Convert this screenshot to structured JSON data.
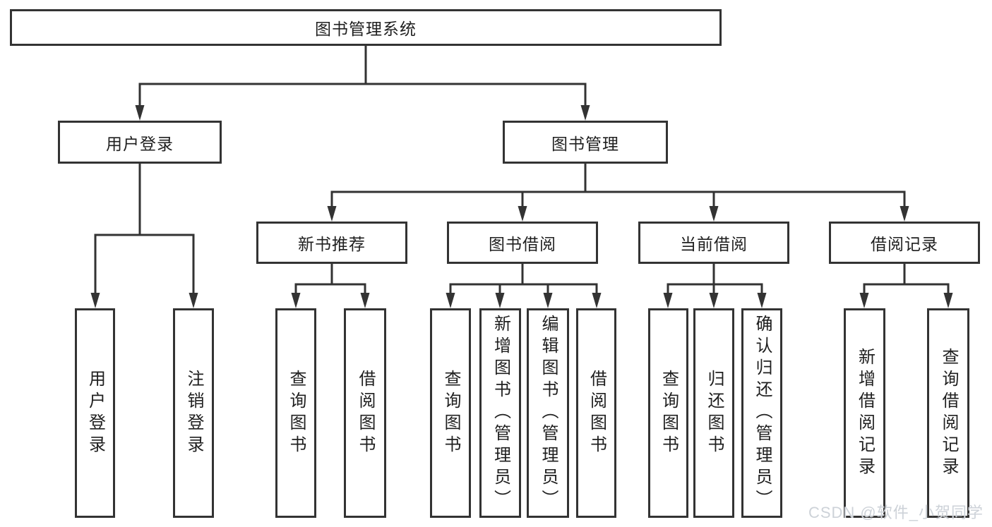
{
  "diagram": {
    "root": {
      "label": "图书管理系统"
    },
    "branches": [
      {
        "label": "用户登录",
        "children": [
          {
            "label": "用户登录"
          },
          {
            "label": "注销登录"
          }
        ]
      },
      {
        "label": "图书管理",
        "children": [
          {
            "label": "新书推荐",
            "children": [
              {
                "label": "查询图书"
              },
              {
                "label": "借阅图书"
              }
            ]
          },
          {
            "label": "图书借阅",
            "children": [
              {
                "label": "查询图书"
              },
              {
                "label": "新增图书（管理员）"
              },
              {
                "label": "编辑图书（管理员）"
              },
              {
                "label": "借阅图书"
              }
            ]
          },
          {
            "label": "当前借阅",
            "children": [
              {
                "label": "查询图书"
              },
              {
                "label": "归还图书"
              },
              {
                "label": "确认归还（管理员）"
              }
            ]
          },
          {
            "label": "借阅记录",
            "children": [
              {
                "label": "新增借阅记录"
              },
              {
                "label": "查询借阅记录"
              }
            ]
          }
        ]
      }
    ]
  },
  "watermark": {
    "text": "CSDN @软件_小贺同学"
  },
  "colors": {
    "line": "#333333",
    "box_border": "#333333",
    "text": "#1f1f1f",
    "background": "#ffffff",
    "watermark": "#cdd2d8"
  }
}
